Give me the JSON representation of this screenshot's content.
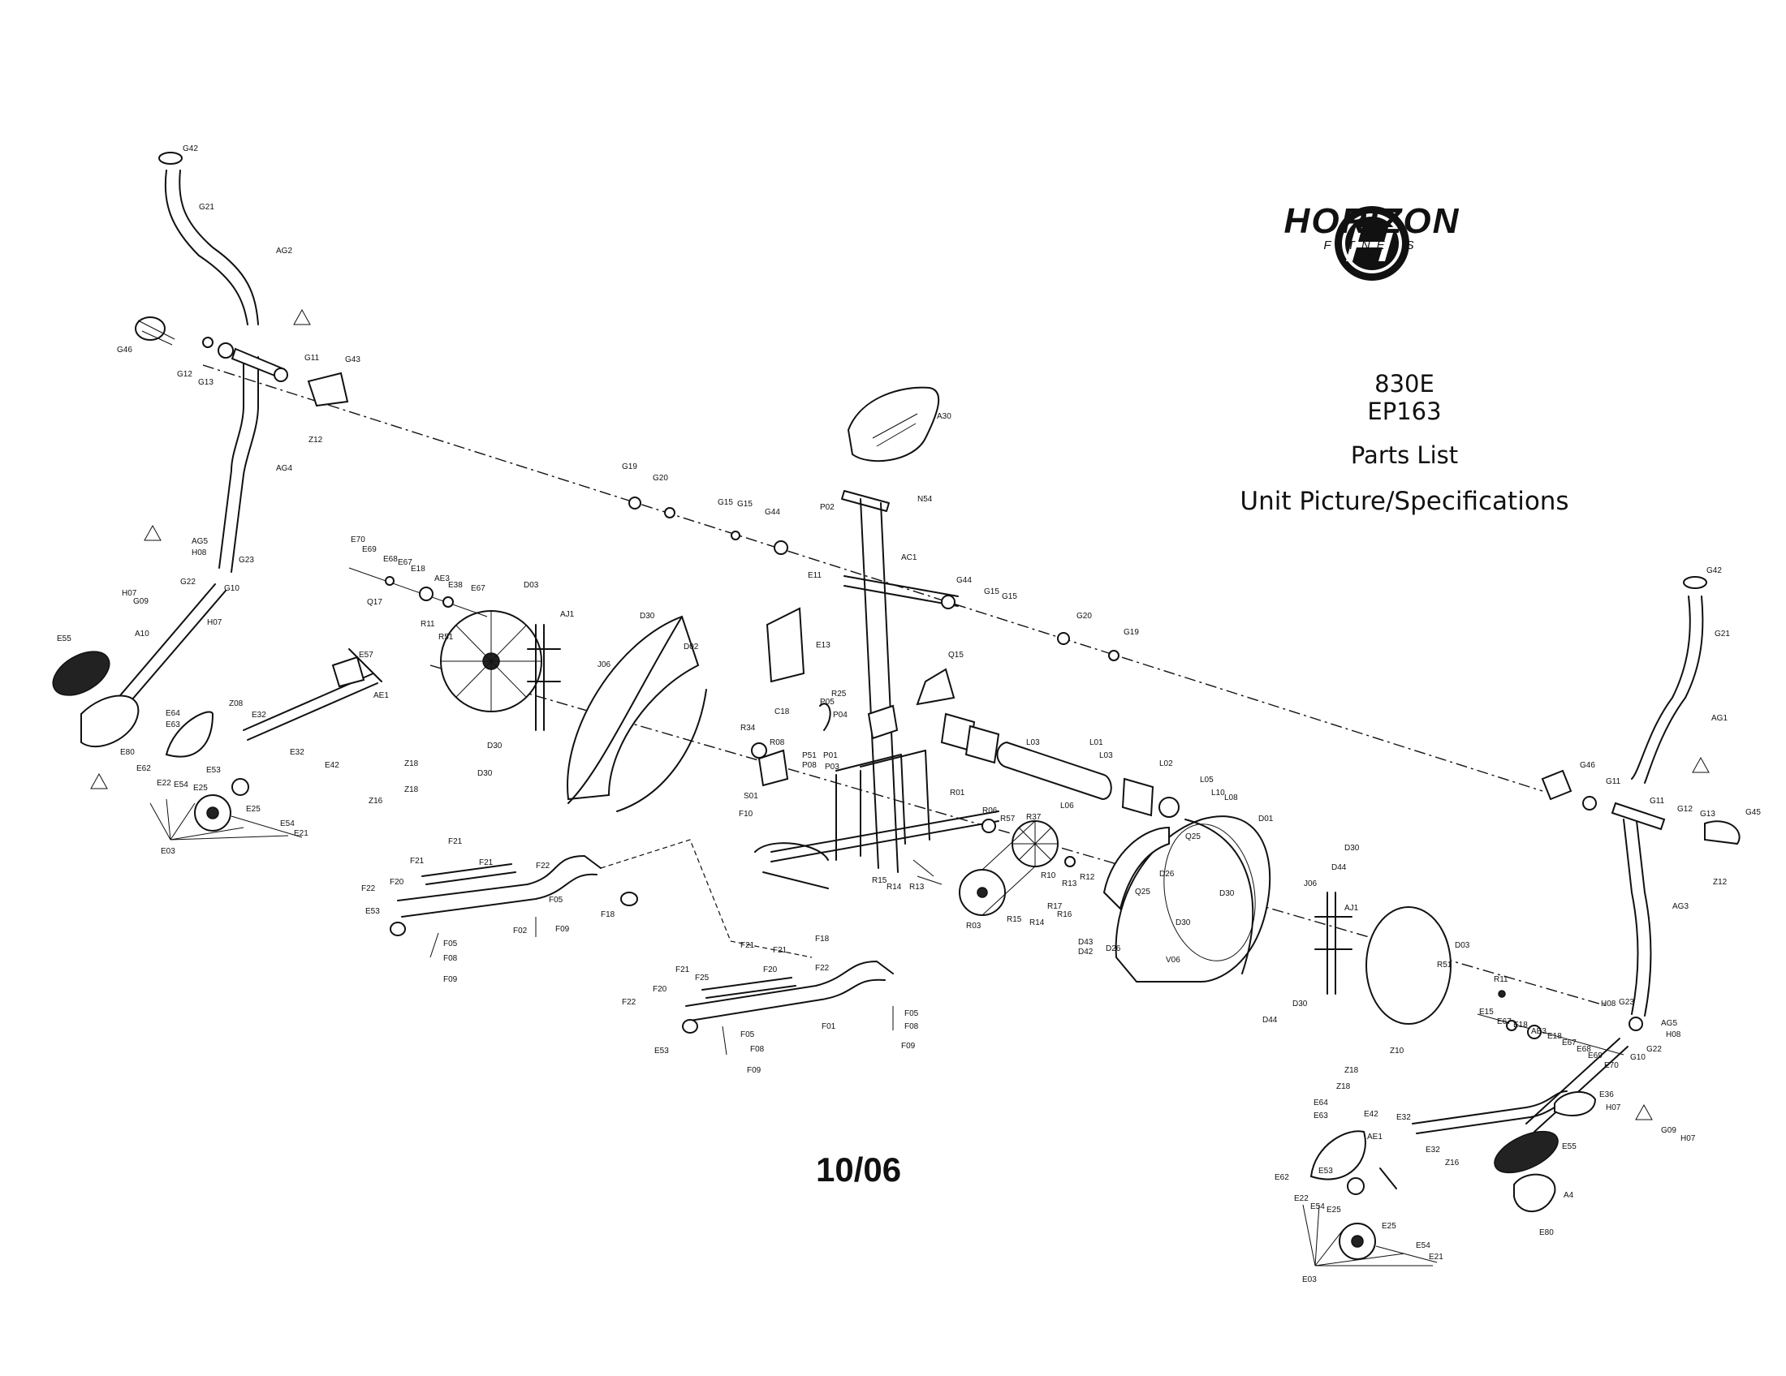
{
  "brand": {
    "name": "HORIZON",
    "sub": "FITNESS",
    "logo_icon": "horizon-h-logo"
  },
  "title": {
    "model": "830E",
    "code": "EP163",
    "parts": "Parts List",
    "spec": "Unit Picture/Specifications"
  },
  "date": "10/06",
  "part_labels": {
    "g42": "G42",
    "g21": "G21",
    "ag2": "AG2",
    "g46": "G46",
    "g12": "G12",
    "g13": "G13",
    "g11": "G11",
    "g43": "G43",
    "z12": "Z12",
    "ag4": "AG4",
    "ag5": "AG5",
    "h08": "H08",
    "g23": "G23",
    "g22": "G22",
    "g09": "G09",
    "g10": "G10",
    "h07": "H07",
    "a10": "A10",
    "e55": "E55",
    "e80": "E80",
    "z08": "Z08",
    "e32": "E32",
    "e64": "E64",
    "e63": "E63",
    "e62": "E62",
    "e53": "E53",
    "e22": "E22",
    "e54": "E54",
    "e25": "E25",
    "e03": "E03",
    "e21": "E21",
    "e57": "E57",
    "ae1": "AE1",
    "e42": "E42",
    "z18": "Z18",
    "z16": "Z16",
    "e70": "E70",
    "e69": "E69",
    "e68": "E68",
    "e67": "E67",
    "e18": "E18",
    "ae3": "AE3",
    "e38": "E38",
    "q17": "Q17",
    "r11": "R11",
    "r51": "R51",
    "d03": "D03",
    "aj1": "AJ1",
    "j06": "J06",
    "d30": "D30",
    "d02": "D02",
    "g19": "G19",
    "g20": "G20",
    "g15": "G15",
    "g44": "G44",
    "p02": "P02",
    "n54": "N54",
    "a30": "A30",
    "ac1": "AC1",
    "e11": "E11",
    "e13": "E13",
    "c18": "C18",
    "q15": "Q15",
    "r34": "R34",
    "r08": "R08",
    "p05": "P05",
    "p04": "P04",
    "p01": "P01",
    "p03": "P03",
    "p51": "P51",
    "p08": "P08",
    "r25": "R25",
    "s01": "S01",
    "r01": "R01",
    "r06": "R06",
    "r57": "R57",
    "r37": "R37",
    "r03": "R03",
    "r10": "R10",
    "r12": "R12",
    "r13": "R13",
    "r14": "R14",
    "r15": "R15",
    "r16": "R16",
    "r17": "R17",
    "l03": "L03",
    "l01": "L01",
    "l02": "L02",
    "l05": "L05",
    "l06": "L06",
    "l10": "L10",
    "l08": "L08",
    "d01": "D01",
    "q25": "Q25",
    "d26": "D26",
    "d43": "D43",
    "d42": "D42",
    "v06": "V06",
    "d44": "D44",
    "f21": "F21",
    "f22": "F22",
    "f20": "F20",
    "f02": "F02",
    "f01": "F01",
    "f05": "F05",
    "f08": "F08",
    "f09": "F09",
    "f18": "F18",
    "f25": "F25",
    "f10": "F10",
    "ag1": "AG1",
    "g45": "G45",
    "ag3": "AG3",
    "e15": "E15",
    "e36": "E36",
    "a4": "A4",
    "z10": "Z10"
  }
}
